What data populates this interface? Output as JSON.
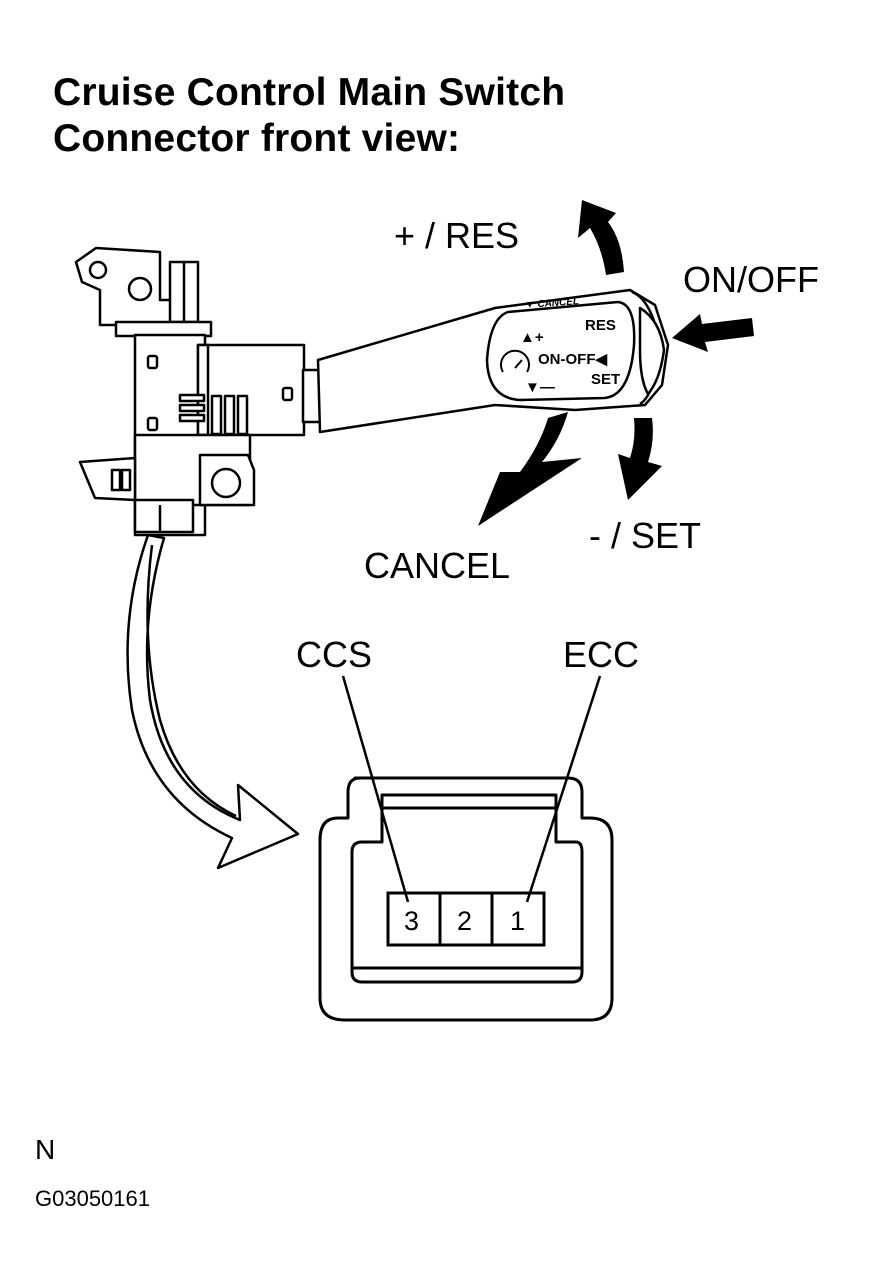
{
  "title": {
    "line1": "Cruise Control Main Switch",
    "line2": "Connector front view:"
  },
  "lever": {
    "labels": {
      "res": "+ / RES",
      "on_off": "ON/OFF",
      "cancel": "CANCEL",
      "set": "- / SET"
    },
    "stalk_text": {
      "cancel": "▼ CANCEL",
      "plus": "▲+",
      "res": "RES",
      "on_off": "ON-OFF◀",
      "minus": "▼—",
      "set": "SET"
    }
  },
  "connector": {
    "terminal_labels": {
      "ccs": "CCS",
      "ecc": "ECC"
    },
    "pins": [
      "3",
      "2",
      "1"
    ]
  },
  "footer": {
    "n": "N",
    "code": "G03050161"
  }
}
